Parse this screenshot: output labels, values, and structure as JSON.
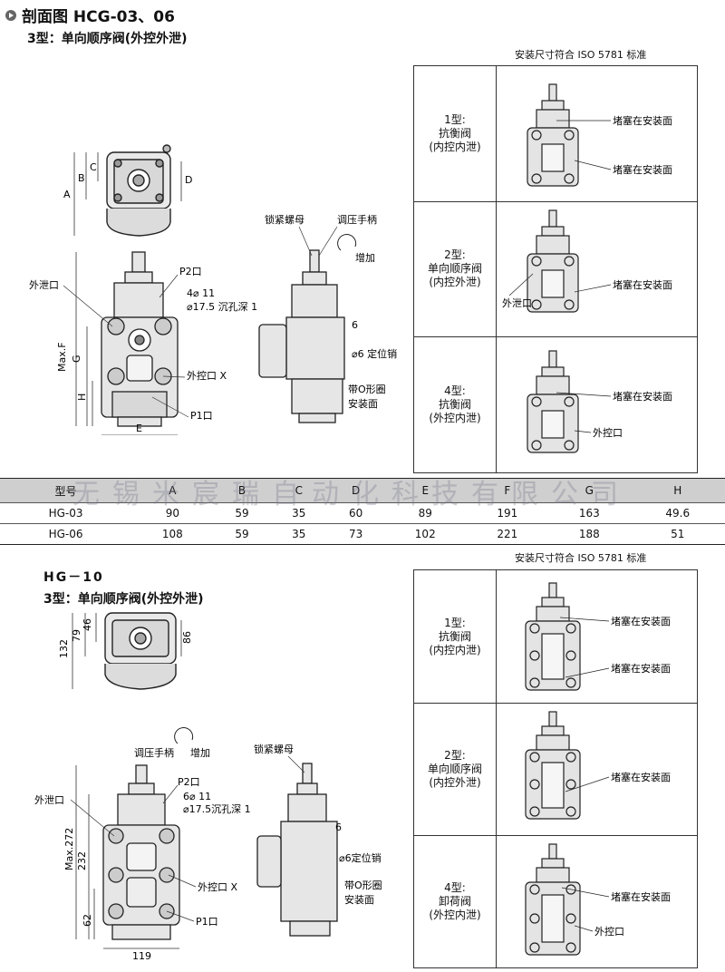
{
  "section1": {
    "title": "剖面图 HCG-03、06",
    "subtitle": "3型：单向顺序阀(外控外泄)",
    "iso_note": "安装尺寸符合 ISO 5781 标准",
    "labels": {
      "lock_nut": "锁紧螺母",
      "pressure_handle": "调压手柄",
      "increase": "增加",
      "drain_port": "外泄口",
      "p2_port": "P2口",
      "bolt_spec_1": "4⌀ 11",
      "bolt_spec_2": "⌀17.5 沉孔深 1",
      "ext_ctrl_x": "外控口 X",
      "p1_port": "P1口",
      "dim_6": "6",
      "pin": "⌀6 定位销",
      "oring_1": "带O形圈",
      "oring_2": "安装面",
      "dim_a": "A",
      "dim_b": "B",
      "dim_c": "C",
      "dim_d": "D",
      "dim_f": "Max.F",
      "dim_g": "G",
      "dim_h": "H",
      "dim_e": "E"
    },
    "types": [
      {
        "name": "1型:",
        "desc1": "抗衡阀",
        "desc2": "(内控内泄)",
        "callout1": "堵塞在安装面",
        "callout2": "堵塞在安装面"
      },
      {
        "name": "2型:",
        "desc1": "单向顺序阀",
        "desc2": "(内控外泄)",
        "callout1": "外泄口",
        "callout2": "堵塞在安装面"
      },
      {
        "name": "4型:",
        "desc1": "抗衡阀",
        "desc2": "(外控内泄)",
        "callout1": "堵塞在安装面",
        "callout2": "外控口"
      }
    ]
  },
  "table": {
    "headers": [
      "型号",
      "A",
      "B",
      "C",
      "D",
      "E",
      "F",
      "G",
      "H"
    ],
    "rows": [
      [
        "HG-03",
        "90",
        "59",
        "35",
        "60",
        "89",
        "191",
        "163",
        "49.6"
      ],
      [
        "HG-06",
        "108",
        "59",
        "35",
        "73",
        "102",
        "221",
        "188",
        "51"
      ]
    ],
    "watermark": "无锡米宸瑞自动化科技有限公司"
  },
  "section2": {
    "title": "HG－10",
    "subtitle": "3型：单向顺序阀(外控外泄)",
    "iso_note": "安装尺寸符合 ISO 5781 标准",
    "labels": {
      "pressure_handle": "调压手柄",
      "increase": "增加",
      "lock_nut": "锁紧螺母",
      "drain_port": "外泄口",
      "p2_port": "P2口",
      "bolt_spec_1": "6⌀ 11",
      "bolt_spec_2": "⌀17.5沉孔深 1",
      "ext_ctrl_x": "外控口 X",
      "p1_port": "P1口",
      "dim_6": "6",
      "pin": "⌀6定位销",
      "oring_1": "带O形圈",
      "oring_2": "安装面",
      "dim_132": "132",
      "dim_79": "79",
      "dim_46": "46",
      "dim_86": "86",
      "dim_272": "Max.272",
      "dim_232": "232",
      "dim_62": "62",
      "dim_119": "119"
    },
    "types": [
      {
        "name": "1型:",
        "desc1": "抗衡阀",
        "desc2": "(内控内泄)",
        "callout1": "堵塞在安装面",
        "callout2": "堵塞在安装面"
      },
      {
        "name": "2型:",
        "desc1": "单向顺序阀",
        "desc2": "(内控外泄)",
        "callout1": "堵塞在安装面",
        "callout2": ""
      },
      {
        "name": "4型:",
        "desc1": "卸荷阀",
        "desc2": "(外控内泄)",
        "callout1": "堵塞在安装面",
        "callout2": "外控口"
      }
    ]
  }
}
